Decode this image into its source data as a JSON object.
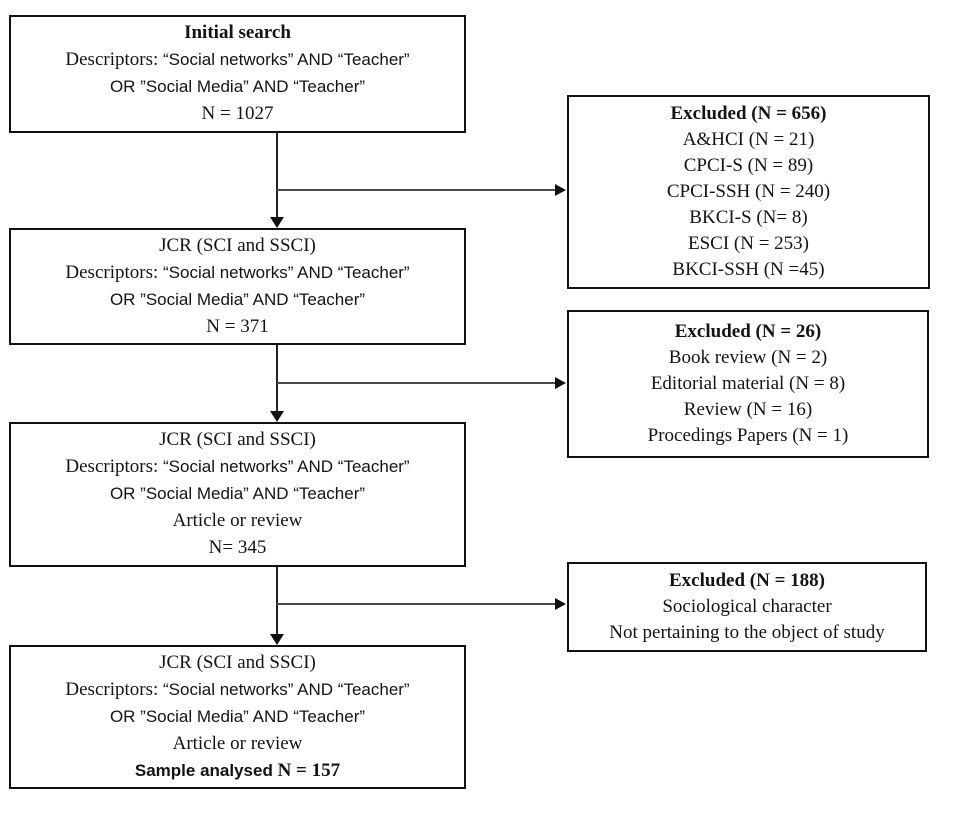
{
  "style": {
    "background": "#ffffff",
    "box_border_color": "#111111",
    "text_color": "#131313",
    "arrow_color": "#111111",
    "connector_color": "#4a4a4a"
  },
  "boxes": {
    "initial_search": {
      "lines": [
        [
          {
            "t": "Initial search",
            "f": "serif",
            "b": true
          }
        ],
        [
          {
            "t": "Descriptors: ",
            "f": "serif"
          },
          {
            "t": "“Social networks” AND “Teacher”",
            "f": "sans"
          }
        ],
        [
          {
            "t": "OR ”Social Media” AND “Teacher”",
            "f": "sans"
          }
        ],
        [
          {
            "t": "N = 1027",
            "f": "serif"
          }
        ]
      ]
    },
    "jcr_371": {
      "lines": [
        [
          {
            "t": "JCR (SCI and SSCI)",
            "f": "serif"
          }
        ],
        [
          {
            "t": "Descriptors: ",
            "f": "serif"
          },
          {
            "t": "“Social networks” AND “Teacher”",
            "f": "sans"
          }
        ],
        [
          {
            "t": "OR ”Social Media” AND “Teacher”",
            "f": "sans"
          }
        ],
        [
          {
            "t": "N = 371",
            "f": "serif"
          }
        ]
      ]
    },
    "jcr_345": {
      "lines": [
        [
          {
            "t": "JCR (SCI and SSCI)",
            "f": "serif"
          }
        ],
        [
          {
            "t": "Descriptors: ",
            "f": "serif"
          },
          {
            "t": "“Social networks” AND “Teacher”",
            "f": "sans"
          }
        ],
        [
          {
            "t": "OR ”Social Media” AND “Teacher”",
            "f": "sans"
          }
        ],
        [
          {
            "t": "Article or review",
            "f": "serif"
          }
        ],
        [
          {
            "t": "N= 345",
            "f": "serif"
          }
        ]
      ]
    },
    "final_sample": {
      "lines": [
        [
          {
            "t": "JCR (SCI and SSCI)",
            "f": "serif"
          }
        ],
        [
          {
            "t": "Descriptors: ",
            "f": "serif"
          },
          {
            "t": "“Social networks” AND “Teacher”",
            "f": "sans"
          }
        ],
        [
          {
            "t": "OR ”Social Media” AND “Teacher”",
            "f": "sans"
          }
        ],
        [
          {
            "t": "Article or review",
            "f": "serif"
          }
        ],
        [
          {
            "t": "Sample analysed ",
            "f": "sans",
            "b": true
          },
          {
            "t": "N = 157",
            "f": "serif",
            "b": true
          }
        ]
      ]
    },
    "excluded_databases": {
      "lines": [
        [
          {
            "t": "Excluded (N = 656)",
            "f": "serif",
            "b": true
          }
        ],
        [
          {
            "t": "A&HCI (N = 21)",
            "f": "serif"
          }
        ],
        [
          {
            "t": "CPCI-S (N = 89)",
            "f": "serif"
          }
        ],
        [
          {
            "t": "CPCI-SSH (N = 240)",
            "f": "serif"
          }
        ],
        [
          {
            "t": "BKCI-S (N= 8)",
            "f": "serif"
          }
        ],
        [
          {
            "t": "ESCI (N = 253)",
            "f": "serif"
          }
        ],
        [
          {
            "t": "BKCI-SSH (N =45)",
            "f": "serif"
          }
        ]
      ]
    },
    "excluded_doc_types": {
      "lines": [
        [
          {
            "t": "Excluded (N = 26)",
            "f": "serif",
            "b": true
          }
        ],
        [
          {
            "t": "Book review (N = 2)",
            "f": "serif"
          }
        ],
        [
          {
            "t": "Editorial material (N = 8)",
            "f": "serif"
          }
        ],
        [
          {
            "t": "Review (N = 16)",
            "f": "serif"
          }
        ],
        [
          {
            "t": "Procedings Papers (N = 1)",
            "f": "serif"
          }
        ]
      ]
    },
    "excluded_scope": {
      "lines": [
        [
          {
            "t": "Excluded (N = 188)",
            "f": "serif",
            "b": true
          }
        ],
        [
          {
            "t": "Sociological character",
            "f": "serif"
          }
        ],
        [
          {
            "t": "Not pertaining to the object of study",
            "f": "serif"
          }
        ]
      ]
    }
  }
}
